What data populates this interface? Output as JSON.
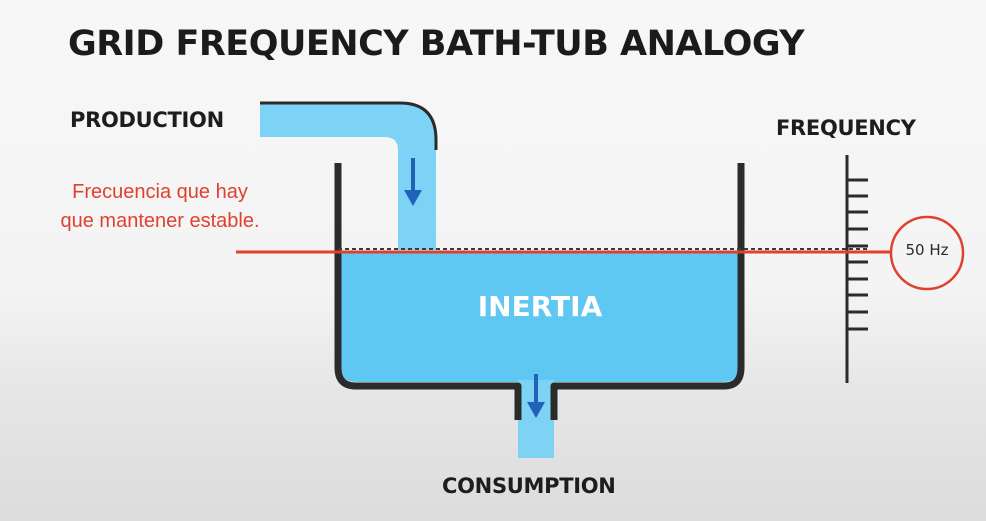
{
  "title": "GRID FREQUENCY BATH-TUB ANALOGY",
  "labels": {
    "production": "PRODUCTION",
    "frequency": "FREQUENCY",
    "consumption": "CONSUMPTION",
    "inertia": "INERTIA",
    "hz": "50 Hz"
  },
  "annotation": {
    "line1": "Frecuencia que hay",
    "line2": "que mantener estable."
  },
  "colors": {
    "water": "#5ec7f2",
    "pipe": "#7dd3f6",
    "tub_outline": "#2b2b2b",
    "arrow": "#1f62b8",
    "marker": "#e0412e"
  }
}
